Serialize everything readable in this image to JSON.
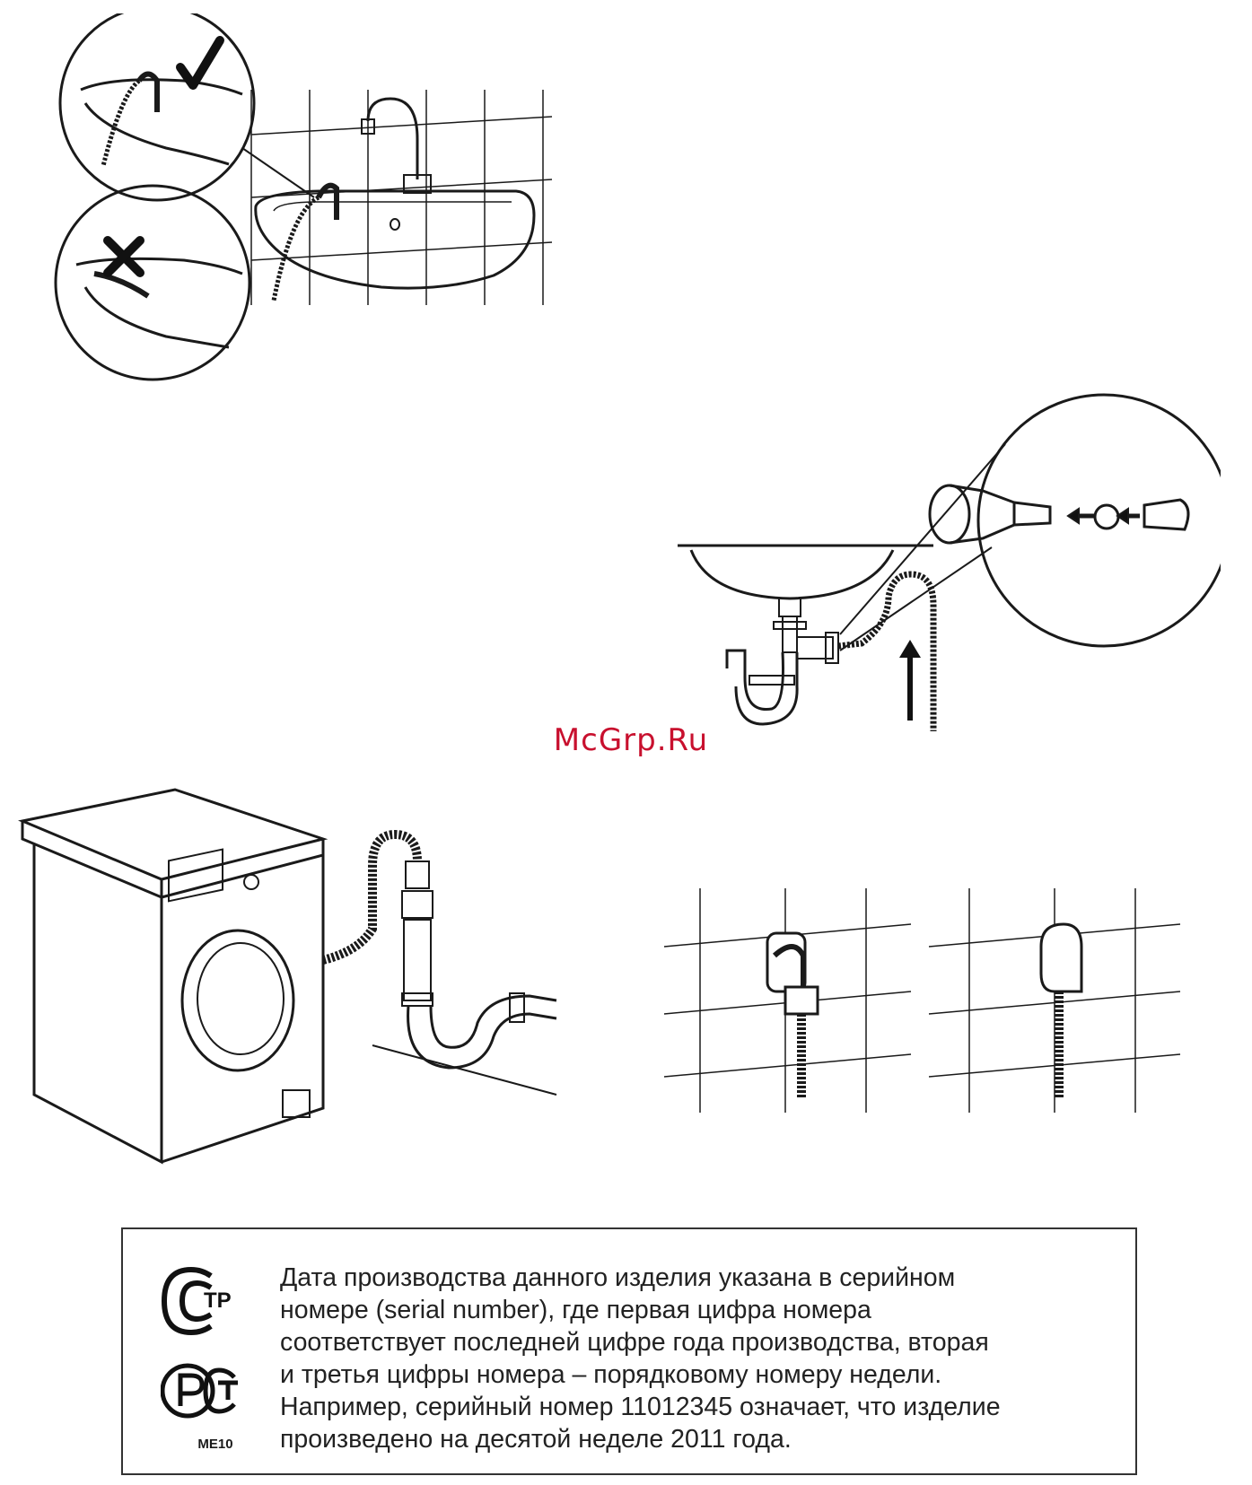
{
  "watermark": "McGrp.Ru",
  "notice": {
    "lines": [
      "Дата производства данного изделия указана в серийном",
      "номере (serial number), где первая цифра номера",
      "соответствует последней цифре года производства, вторая",
      "и третья цифры номера – порядковому номеру недели.",
      "Например, серийный номер 11012345 означает, что изделие",
      "произведено на десятой неделе 2011 года."
    ],
    "cert_mark_1": "ТР",
    "cert_mark_2": "РСТ",
    "cert_code": "ME10"
  },
  "icons": {
    "correct": "checkmark-icon",
    "wrong": "cross-icon",
    "direction": "arrow-up-icon"
  }
}
